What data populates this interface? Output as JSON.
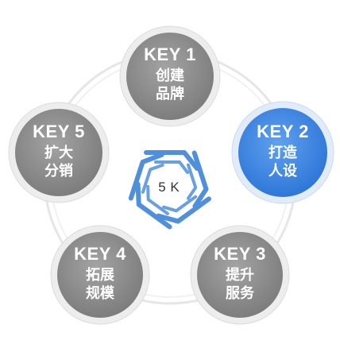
{
  "diagram": {
    "center": {
      "label_5": "5",
      "label_k": "K",
      "color_5": "#2f6fd8",
      "color_k": "#e0463a",
      "logo_color": "#4f8fdc"
    },
    "nodes": [
      {
        "id": "key1",
        "title": "KEY 1",
        "line1": "创建",
        "line2": "品牌",
        "fill": "#8c8c8c",
        "highlight": false
      },
      {
        "id": "key2",
        "title": "KEY 2",
        "line1": "打造",
        "line2": "人设",
        "fill": "#3b86e6",
        "highlight": true
      },
      {
        "id": "key3",
        "title": "KEY 3",
        "line1": "提升",
        "line2": "服务",
        "fill": "#8c8c8c",
        "highlight": false
      },
      {
        "id": "key4",
        "title": "KEY 4",
        "line1": "拓展",
        "line2": "规模",
        "fill": "#8c8c8c",
        "highlight": false
      },
      {
        "id": "key5",
        "title": "KEY 5",
        "line1": "扩大",
        "line2": "分销",
        "fill": "#8c8c8c",
        "highlight": false
      }
    ]
  }
}
